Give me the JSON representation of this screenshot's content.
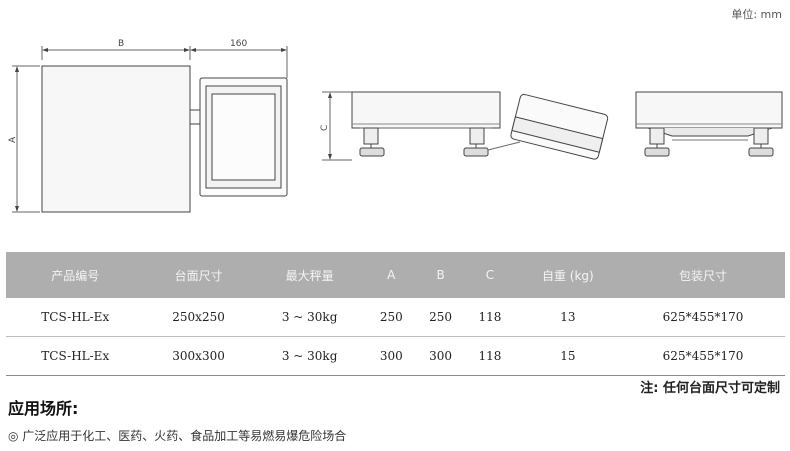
{
  "unit_label": "单位: mm",
  "drawing": {
    "dim_b": "B",
    "dim_160": "160",
    "dim_a": "A",
    "dim_c": "C"
  },
  "table": {
    "headers": [
      "产品编号",
      "台面尺寸",
      "最大秤量",
      "A",
      "B",
      "C",
      "自重 (kg)",
      "包装尺寸"
    ],
    "rows": [
      [
        "TCS-HL-Ex",
        "250x250",
        "3 ~ 30kg",
        "250",
        "250",
        "118",
        "13",
        "625*455*170"
      ],
      [
        "TCS-HL-Ex",
        "300x300",
        "3 ~ 30kg",
        "300",
        "300",
        "118",
        "15",
        "625*455*170"
      ]
    ]
  },
  "note": "注: 任何台面尺寸可定制",
  "application": {
    "title": "应用场所:",
    "line": "◎ 广泛应用于化工、医药、火药、食品加工等易燃易爆危险场合"
  }
}
